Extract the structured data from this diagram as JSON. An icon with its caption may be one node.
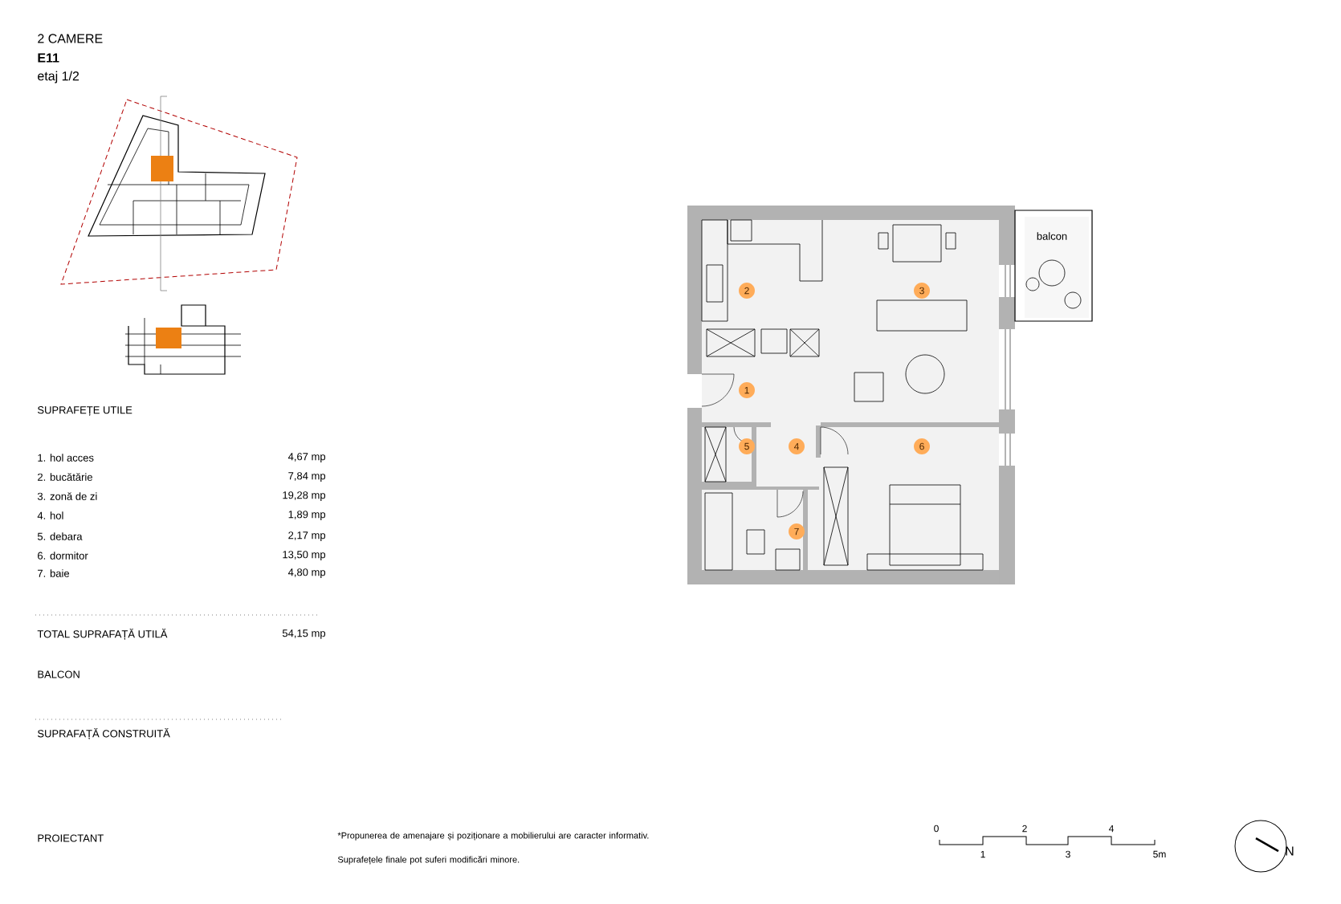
{
  "diagram": {
    "nodes": [
      {
        "text": [
          "1"
        ]
      },
      {
        "text": [
          "2"
        ]
      },
      {
        "text": [
          "3"
        ]
      },
      {
        "text": [
          "4"
        ]
      },
      {
        "text": [
          "5"
        ]
      },
      {
        "text": [
          "6"
        ]
      },
      {
        "text": [
          "7"
        ]
      }
    ],
    "labels": [
      "2 CAMERE",
      "E11",
      "etaj 1/2",
      "SUPRAFEȚE UTILE",
      "1. hol acces",
      "4,67 mp",
      "2. bucătărie",
      "7,84 mp",
      "3. zonă de zi",
      "19,28 mp",
      "4. hol",
      "1,89 mp",
      "5. debara",
      "2,17 mp",
      "6. dormitor",
      "13,50 mp",
      "7. baie",
      "4,80 mp",
      "TOTAL SUPRAFAȚĂ UTILĂ",
      "54,15 mp",
      "BALCON",
      "SUPRAFAȚĂ CONSTRUITĂ",
      "balcon",
      "PROIECTANT",
      "*Propunerea de amenajare și poziționare a mobilierului are caracter informativ. Suprafețele finale pot suferi modificări minore.",
      "0",
      "2",
      "4",
      "1",
      "3",
      "5m",
      "N"
    ]
  }
}
